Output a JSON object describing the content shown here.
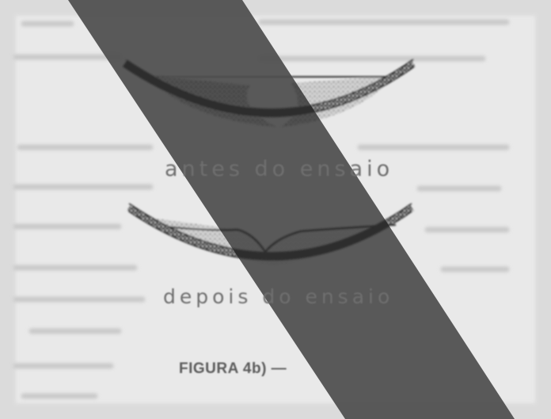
{
  "figure": {
    "label_before": "antes do ensaio",
    "label_after": "depois do ensaio",
    "title": "FIGURA 4b) —"
  },
  "colors": {
    "paper": "#e9e9e9",
    "shadow_band": "#4d4d4d",
    "ink": "#333333",
    "faint_text": "#c9c9c9"
  }
}
